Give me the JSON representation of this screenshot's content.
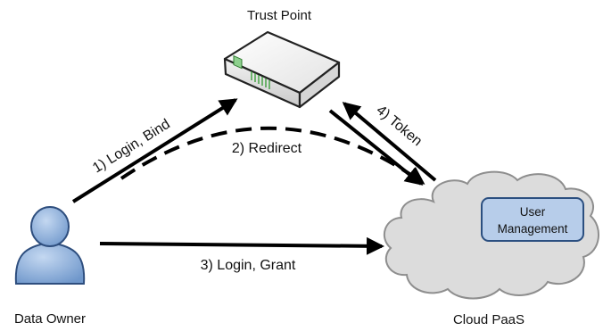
{
  "nodes": {
    "trust_point": {
      "label": "Trust Point"
    },
    "data_owner": {
      "label": "Data Owner"
    },
    "cloud": {
      "label": "Cloud PaaS",
      "component": {
        "line1": "User",
        "line2": "Management"
      }
    }
  },
  "edges": {
    "login_bind": "1) Login, Bind",
    "redirect": "2) Redirect",
    "login_grant": "3) Login, Grant",
    "token": "4) Token"
  },
  "colors": {
    "cloud_fill": "#dcdcdc",
    "cloud_stroke": "#8e8e8e",
    "component_fill": "#b7cdea",
    "component_stroke": "#2b4f80",
    "person_fill": "#8fb3df",
    "person_stroke": "#2e4e7e",
    "arrow": "#000000"
  },
  "icons": {
    "trust_point": "router-device-icon",
    "data_owner": "person-icon",
    "cloud": "cloud-icon"
  }
}
